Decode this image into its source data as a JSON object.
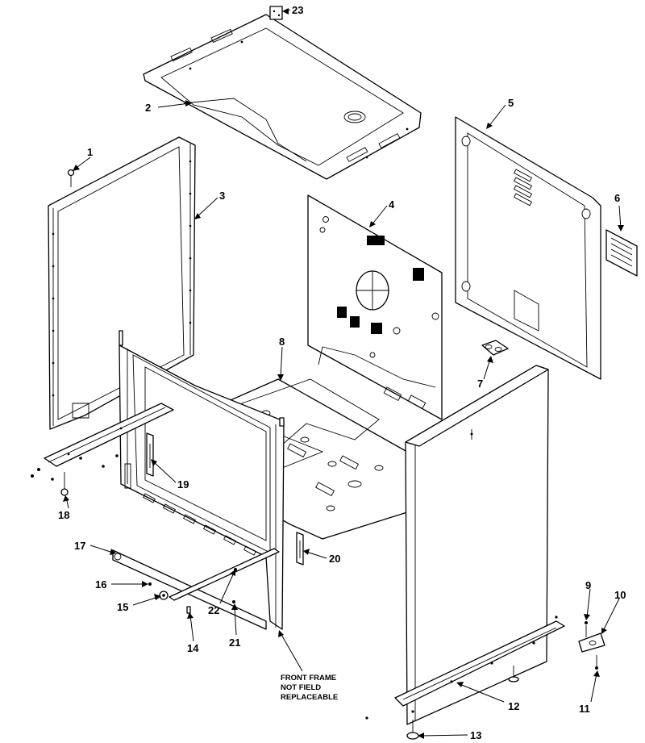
{
  "callouts": [
    {
      "id": "1",
      "label": "1"
    },
    {
      "id": "2",
      "label": "2"
    },
    {
      "id": "3",
      "label": "3"
    },
    {
      "id": "4",
      "label": "4"
    },
    {
      "id": "5",
      "label": "5"
    },
    {
      "id": "6",
      "label": "6"
    },
    {
      "id": "7",
      "label": "7"
    },
    {
      "id": "8",
      "label": "8"
    },
    {
      "id": "9",
      "label": "9"
    },
    {
      "id": "10",
      "label": "10"
    },
    {
      "id": "11",
      "label": "11"
    },
    {
      "id": "12",
      "label": "12"
    },
    {
      "id": "13",
      "label": "13"
    },
    {
      "id": "14",
      "label": "14"
    },
    {
      "id": "15",
      "label": "15"
    },
    {
      "id": "16",
      "label": "16"
    },
    {
      "id": "17",
      "label": "17"
    },
    {
      "id": "18",
      "label": "18"
    },
    {
      "id": "19",
      "label": "19"
    },
    {
      "id": "20",
      "label": "20"
    },
    {
      "id": "21",
      "label": "21"
    },
    {
      "id": "22",
      "label": "22"
    },
    {
      "id": "23",
      "label": "23"
    }
  ],
  "note": {
    "lines": [
      "FRONT FRAME",
      "NOT FIELD",
      "REPLACEABLE"
    ]
  }
}
